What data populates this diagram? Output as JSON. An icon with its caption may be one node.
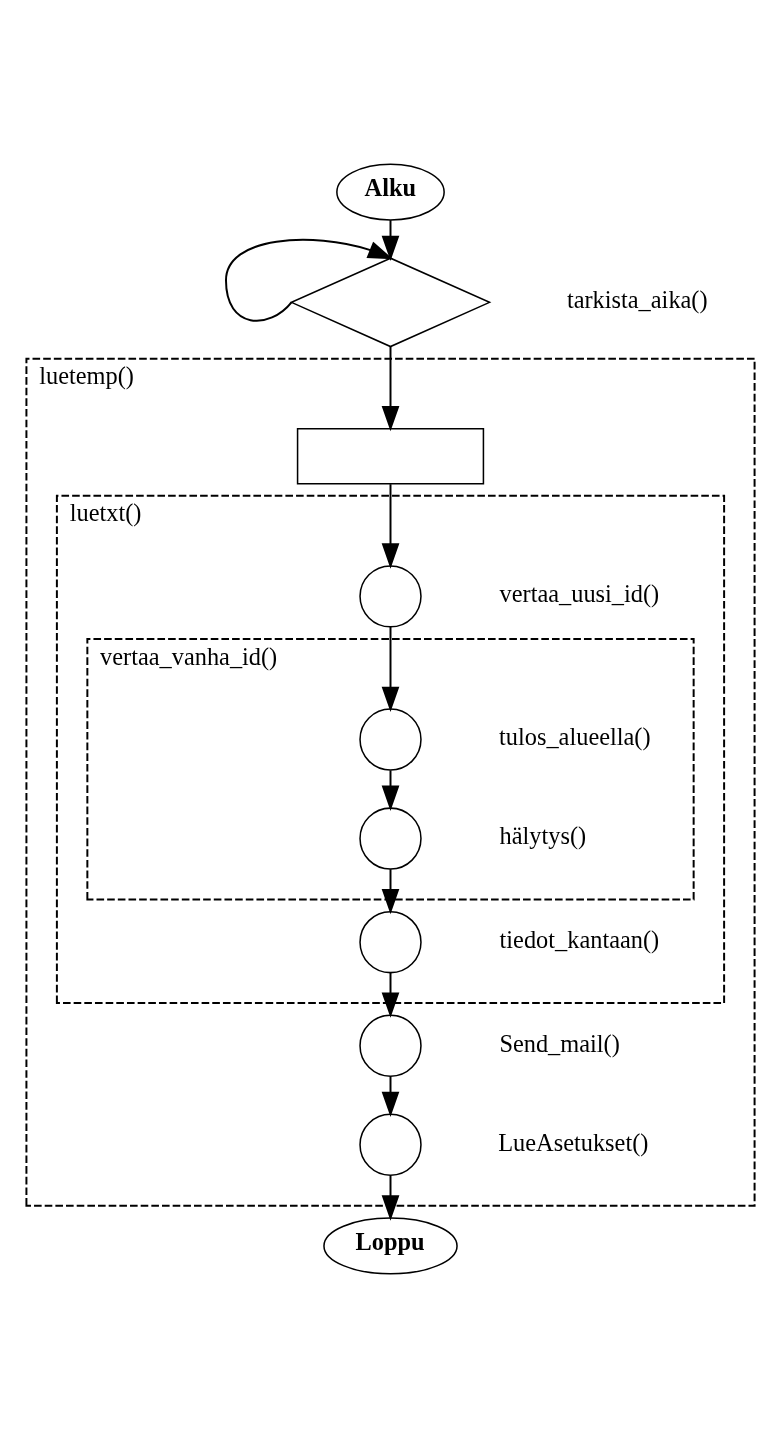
{
  "diagram": {
    "nodes": [
      {
        "text": [
          "Alku"
        ]
      },
      {
        "text": [],
        "shape": "diamond",
        "beside": [
          "tarkista_aika()"
        ]
      },
      {
        "text": [
          "luetemp()"
        ]
      },
      {
        "text": [],
        "shape": "box",
        "in": 2
      },
      {
        "text": [
          "luetxt()"
        ],
        "in": 2
      },
      {
        "text": [],
        "shape": "circle",
        "in": 4,
        "beside": [
          "vertaa_uusi_id()"
        ]
      },
      {
        "text": [
          "vertaa_vanha_id()"
        ],
        "in": 4
      },
      {
        "text": [],
        "shape": "circle",
        "in": 6,
        "beside": [
          "tulos_alueella()"
        ]
      },
      {
        "text": [],
        "shape": "circle",
        "in": 6,
        "beside": [
          "hälytys()"
        ]
      },
      {
        "text": [],
        "shape": "circle",
        "in": 4,
        "beside": [
          "tiedot_kantaan()"
        ]
      },
      {
        "text": [],
        "shape": "circle",
        "in": 2,
        "beside": [
          "Send_mail()"
        ]
      },
      {
        "text": [],
        "shape": "circle",
        "in": 2,
        "beside": [
          "LueAsetukset()"
        ]
      },
      {
        "text": [
          "Loppu"
        ]
      }
    ],
    "edges": [
      {
        "from": 0,
        "to": 1,
        "arrow": "to"
      },
      {
        "from": 1,
        "to": 1,
        "arrow": "to"
      },
      {
        "from": 1,
        "to": 3,
        "arrow": "to"
      },
      {
        "from": 3,
        "to": 5,
        "arrow": "to"
      },
      {
        "from": 5,
        "to": 7,
        "arrow": "to"
      },
      {
        "from": 7,
        "to": 8,
        "arrow": "to"
      },
      {
        "from": 8,
        "to": 9,
        "arrow": "to"
      },
      {
        "from": 9,
        "to": 10,
        "arrow": "to"
      },
      {
        "from": 10,
        "to": 11,
        "arrow": "to"
      },
      {
        "from": 11,
        "to": 12,
        "arrow": "to"
      }
    ]
  }
}
